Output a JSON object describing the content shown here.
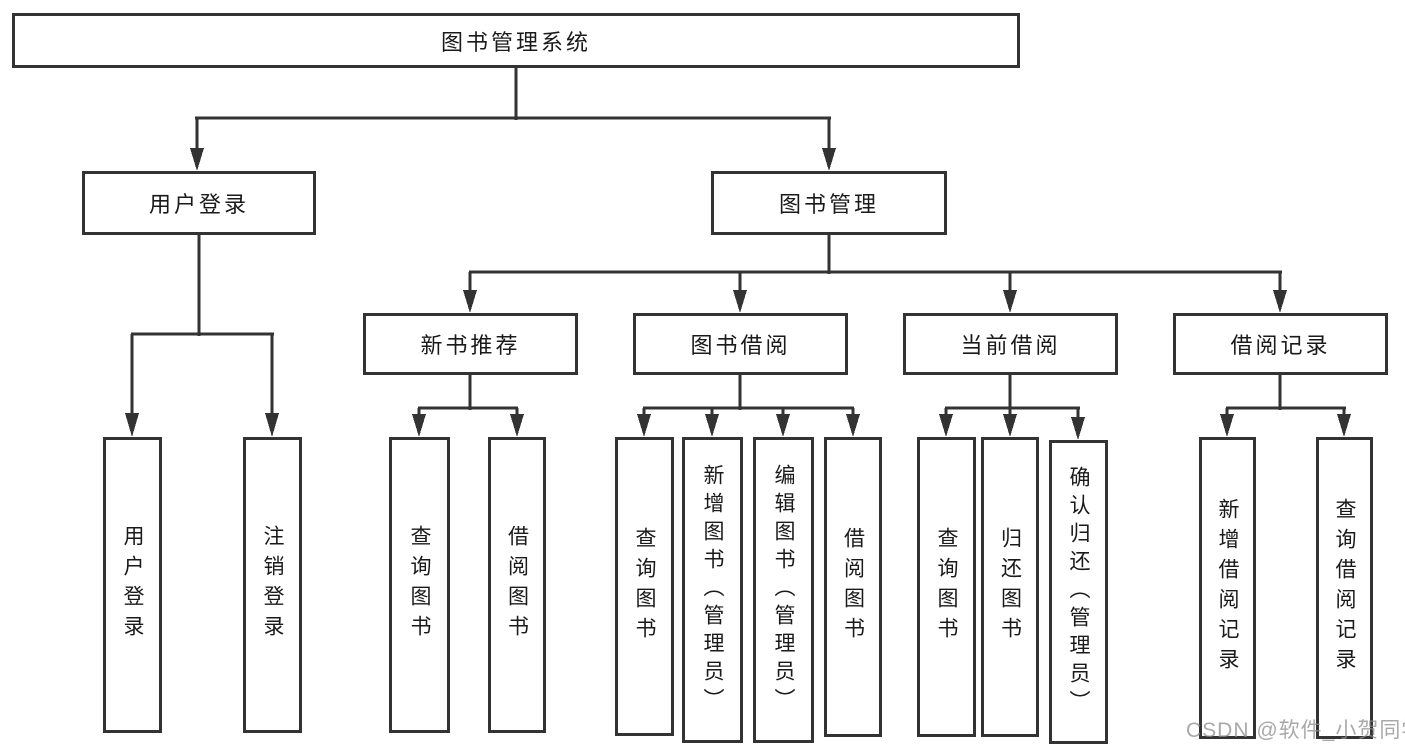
{
  "diagram": {
    "root": {
      "label": "图书管理系统"
    },
    "branches": [
      {
        "label": "用户登录",
        "children": [
          {
            "label": "用户登录"
          },
          {
            "label": "注销登录"
          }
        ]
      },
      {
        "label": "图书管理",
        "children": [
          {
            "label": "新书推荐",
            "children": [
              {
                "label": "查询图书"
              },
              {
                "label": "借阅图书"
              }
            ]
          },
          {
            "label": "图书借阅",
            "children": [
              {
                "label": "查询图书"
              },
              {
                "label": "新增图书（管理员）"
              },
              {
                "label": "编辑图书（管理员）"
              },
              {
                "label": "借阅图书"
              }
            ]
          },
          {
            "label": "当前借阅",
            "children": [
              {
                "label": "查询图书"
              },
              {
                "label": "归还图书"
              },
              {
                "label": "确认归还（管理员）"
              }
            ]
          },
          {
            "label": "借阅记录",
            "children": [
              {
                "label": "新增借阅记录"
              },
              {
                "label": "查询借阅记录"
              }
            ]
          }
        ]
      }
    ]
  },
  "watermark": {
    "text": "CSDN @软件_小贺同学",
    "color": "#8c8c8c"
  },
  "colors": {
    "line": "#333333",
    "box_border": "#333333",
    "text": "#1a1a1a",
    "background": "#ffffff"
  }
}
